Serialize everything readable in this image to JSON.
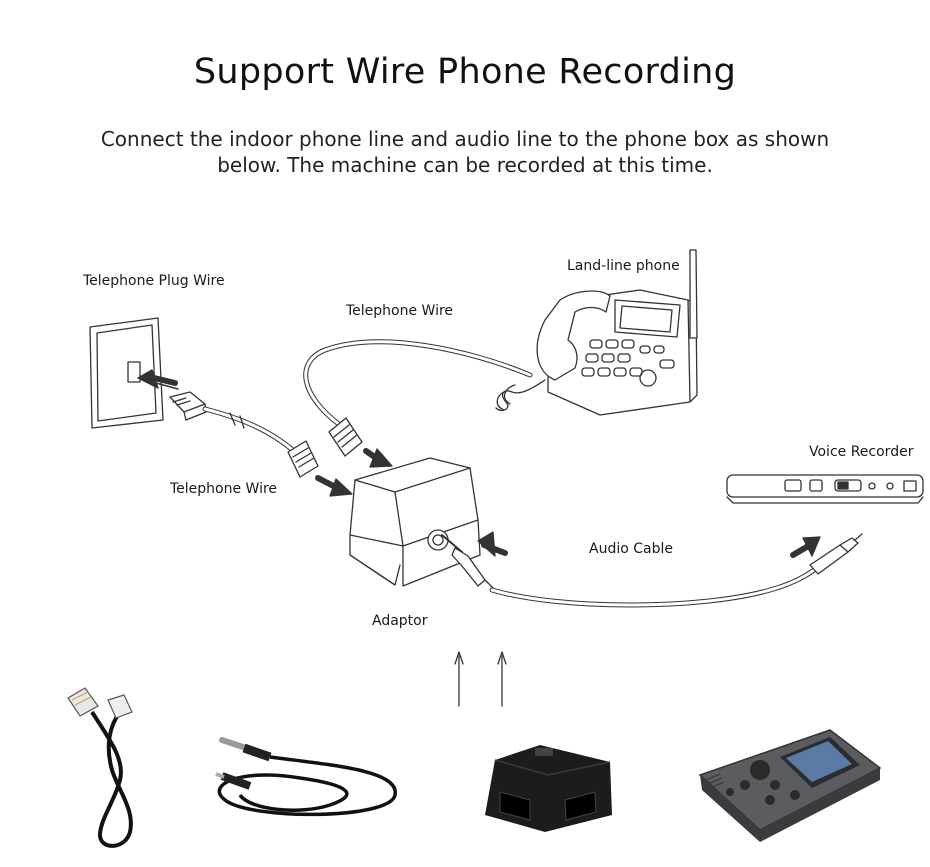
{
  "heading": {
    "title": "Support Wire Phone Recording",
    "subtitle": "Connect the indoor phone line and audio line to the phone box as shown below. The machine can be recorded at this time."
  },
  "labels": {
    "telephone_plug_wire": "Telephone Plug Wire",
    "telephone_wire_top": "Telephone Wire",
    "landline_phone": "Land-line phone",
    "telephone_wire_left": "Telephone Wire",
    "voice_recorder": "Voice Recorder",
    "audio_cable": "Audio Cable",
    "adaptor": "Adaptor"
  },
  "colors": {
    "line": "#333333",
    "product_dark": "#1c1c1c",
    "recorder_body": "#5a5c60"
  },
  "icons": [
    "wall-socket-icon",
    "landline-phone-icon",
    "adaptor-box-icon",
    "voice-recorder-icon",
    "arrow-icon",
    "telephone-cable-photo",
    "audio-cable-photo",
    "adaptor-photo",
    "recorder-photo"
  ]
}
